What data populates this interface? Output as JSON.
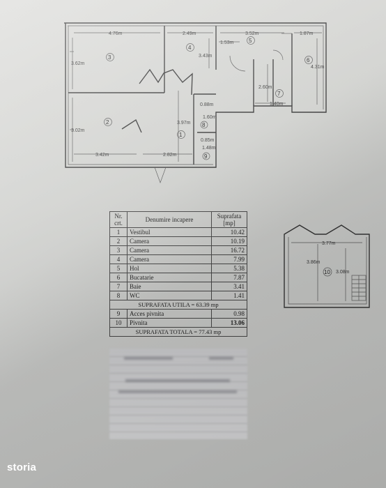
{
  "plan": {
    "dims": {
      "r3_width": "4.76m",
      "r3_height": "3.62m",
      "r4_width": "2.49m",
      "r4_height": "3.43m",
      "r5_width": "3.52m",
      "r5_small": "1.53m",
      "r6_width": "1.87m",
      "r6_height": "4.31m",
      "r7_height": "2.60m",
      "r7_width": "1.40m",
      "r1_height": "3.97m",
      "r1_width": "2.82m",
      "r2_height": "3.02m",
      "r2_width": "3.42m",
      "r8_w": "0.88m",
      "r8_h": "1.60m",
      "r9_w": "0.85m",
      "r9_h": "1.48m"
    },
    "rooms": [
      "1",
      "2",
      "3",
      "4",
      "5",
      "6",
      "7",
      "8",
      "9"
    ]
  },
  "basement": {
    "width": "3.77m",
    "height": "3.86m",
    "side": "3.08m",
    "room": "10"
  },
  "table": {
    "header": {
      "nr": "Nr. crt.",
      "name": "Denumire incapere",
      "area": "Suprafata [mp]"
    },
    "rows": [
      {
        "nr": "1",
        "name": "Vestibul",
        "area": "10.42"
      },
      {
        "nr": "2",
        "name": "Camera",
        "area": "10.19"
      },
      {
        "nr": "3",
        "name": "Camera",
        "area": "16.72"
      },
      {
        "nr": "4",
        "name": "Camera",
        "area": "7.99"
      },
      {
        "nr": "5",
        "name": "Hol",
        "area": "5.38"
      },
      {
        "nr": "6",
        "name": "Bucatarie",
        "area": "7.87"
      },
      {
        "nr": "7",
        "name": "Baie",
        "area": "3.41"
      },
      {
        "nr": "8",
        "name": "WC",
        "area": "1.41"
      }
    ],
    "subtotal": "SUPRAFATA UTILA = 63.39 mp",
    "rows2": [
      {
        "nr": "9",
        "name": "Acces pivnita",
        "area": "0.98"
      },
      {
        "nr": "10",
        "name": "Pivnita",
        "area": "13.06"
      }
    ],
    "total": "SUPRAFATA TOTALA = 77.43 mp"
  },
  "watermark": "storia"
}
